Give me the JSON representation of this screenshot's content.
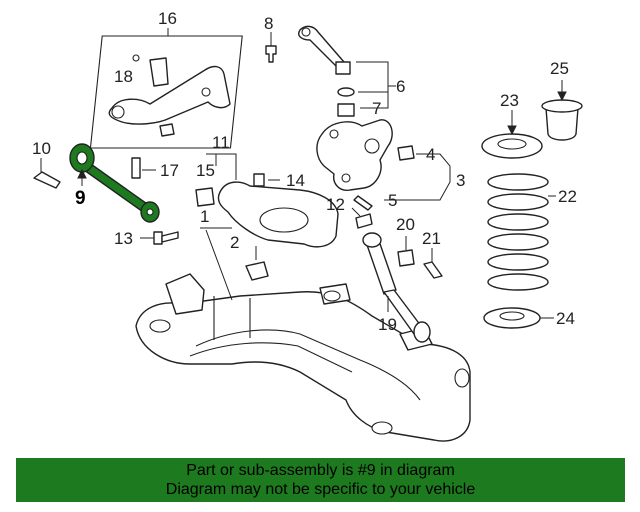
{
  "highlight_color": "#1e7a1e",
  "diagram": {
    "labels": {
      "l1": "1",
      "l2": "2",
      "l3": "3",
      "l4": "4",
      "l5": "5",
      "l6": "6",
      "l7": "7",
      "l8": "8",
      "l9": "9",
      "l10": "10",
      "l11": "11",
      "l12": "12",
      "l13": "13",
      "l14": "14",
      "l15": "15",
      "l16": "16",
      "l17": "17",
      "l18": "18",
      "l19": "19",
      "l20": "20",
      "l21": "21",
      "l22": "22",
      "l23": "23",
      "l24": "24",
      "l25": "25"
    }
  },
  "footer": {
    "line1": "Part or sub-assembly is #9 in diagram",
    "line2": "Diagram may not be specific to your vehicle"
  }
}
